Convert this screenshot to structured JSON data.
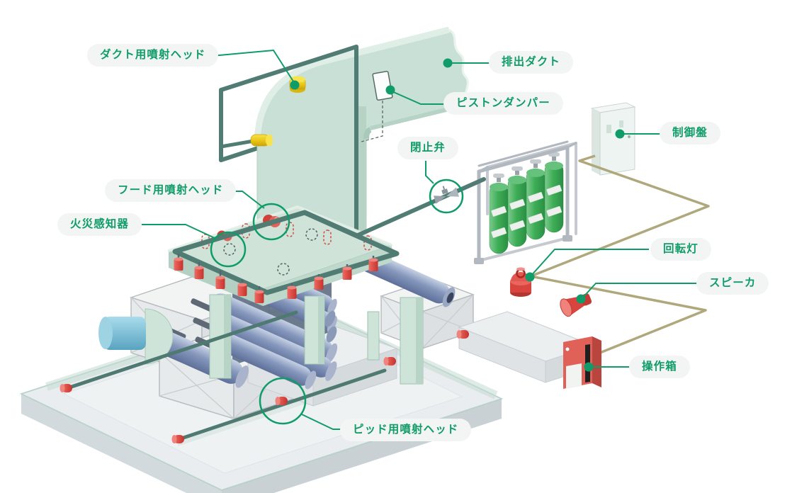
{
  "diagram": {
    "kind": "fire-suppression-system-isometric-illustration",
    "background": "#ffffff"
  },
  "labels": [
    {
      "id": "duct-spray-head",
      "text": "ダクト用噴射ヘッド"
    },
    {
      "id": "exhaust-duct",
      "text": "排出ダクト"
    },
    {
      "id": "piston-damper",
      "text": "ピストンダンパー"
    },
    {
      "id": "shutoff-valve",
      "text": "閉止弁"
    },
    {
      "id": "control-panel",
      "text": "制御盤"
    },
    {
      "id": "hood-spray-head",
      "text": "フード用噴射ヘッド"
    },
    {
      "id": "fire-detector",
      "text": "火災感知器"
    },
    {
      "id": "rotating-light",
      "text": "回転灯"
    },
    {
      "id": "speaker",
      "text": "スピーカ"
    },
    {
      "id": "operation-box",
      "text": "操作箱"
    },
    {
      "id": "pit-spray-head",
      "text": "ピッド用噴射ヘッド"
    }
  ],
  "colors": {
    "accent_green": "#109c69",
    "pipe_teal": "#507c73",
    "duct_mint": "#c9e0d6",
    "hood_mint": "#cfe3d8",
    "cylinder_green": "#3fae57",
    "alarm_red": "#d8453f",
    "nozzle_yellow": "#f2d21d",
    "wire_tan": "#b0a87d",
    "label_bg": "#f2f5f3",
    "frame_gray": "#b2b8bf",
    "roller_blue": "#8395ba",
    "motor_blue": "#7fc3d9"
  },
  "equipment": {
    "gas_cylinder_count": 4,
    "duct_nozzle_count": 2,
    "highlighted_areas": 4
  }
}
